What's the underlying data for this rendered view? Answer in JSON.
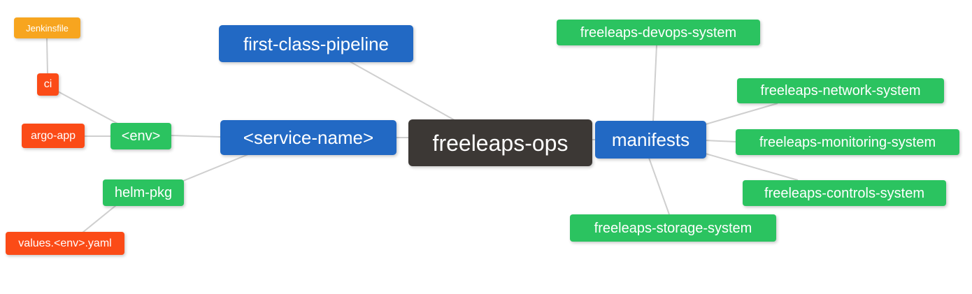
{
  "colors": {
    "background": "#ffffff",
    "root_node": "#3c3835",
    "branch_node": "#2269c4",
    "green_node": "#2bc360",
    "red_node": "#fb4b17",
    "orange_node": "#f7a51f",
    "node_text": "#ffffff",
    "edge_line": "#cfcfcf"
  },
  "mindmap": {
    "root": {
      "label": "freeleaps-ops"
    },
    "left_branch": {
      "pipeline": {
        "label": "first-class-pipeline"
      },
      "service": {
        "label": "<service-name>",
        "env": {
          "label": "<env>",
          "ci": {
            "label": "ci",
            "jenkinsfile": {
              "label": "Jenkinsfile"
            }
          },
          "argo_app": {
            "label": "argo-app"
          }
        },
        "helm_pkg": {
          "label": "helm-pkg",
          "values_yaml": {
            "label": "values.<env>.yaml"
          }
        }
      }
    },
    "right_branch": {
      "manifests": {
        "label": "manifests"
      },
      "systems": [
        {
          "label": "freeleaps-devops-system"
        },
        {
          "label": "freeleaps-network-system"
        },
        {
          "label": "freeleaps-monitoring-system"
        },
        {
          "label": "freeleaps-controls-system"
        },
        {
          "label": "freeleaps-storage-system"
        }
      ]
    }
  }
}
